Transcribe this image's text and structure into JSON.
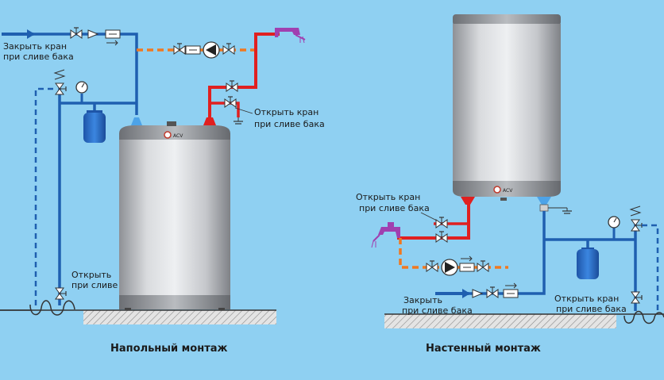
{
  "left_diagram": {
    "caption": "Напольный монтаж",
    "close_valve_line1": "Закрыть кран",
    "close_valve_line2": "при сливе бака",
    "open_valve_line1": "Открыть кран",
    "open_valve_line2": "при сливе бака",
    "open_drain_line1": "Открыть",
    "open_drain_line2": "при сливе"
  },
  "right_diagram": {
    "caption": "Настенный монтаж",
    "open_valve_top_line1": "Открыть кран",
    "open_valve_top_line2": "при сливе бака",
    "close_valve_line1": "Закрыть",
    "close_valve_line2": "при сливе бака",
    "open_valve_bottom_line1": "Открыть кран",
    "open_valve_bottom_line2": "при сливе бака"
  },
  "colors": {
    "background": "#8fd0f2",
    "cold_pipe": "#1f5fb0",
    "hot_pipe": "#e02020",
    "recirculation_pipe": "#f07820",
    "tank_body": "#c7c9cc",
    "expansion_tank": "#2a6fc9",
    "faucet": "#a040b0"
  }
}
